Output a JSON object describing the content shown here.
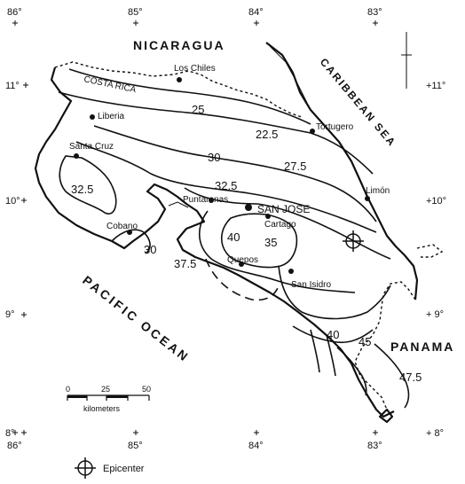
{
  "graticule": {
    "top": [
      "86°",
      "85°",
      "84°",
      "83°"
    ],
    "bottom": [
      "86°",
      "85°",
      "84°",
      "83°"
    ],
    "left": [
      "11°",
      "10°",
      "9°",
      "8°"
    ],
    "right": [
      "+11°",
      "+10°",
      "+ 9°",
      "+ 8°"
    ]
  },
  "regions": {
    "nicaragua": "NICARAGUA",
    "costa_rica": "COSTA RICA",
    "caribbean": "CARIBBEAN SEA",
    "pacific": "PACIFIC OCEAN",
    "panama": "PANAMA"
  },
  "places": {
    "los_chiles": "Los Chiles",
    "liberia": "Liberia",
    "santa_cruz": "Santa Cruz",
    "tortugero": "Tortugero",
    "puntarenas": "Puntarenas",
    "san_jose": "SAN JOSE",
    "cartago": "Cartago",
    "limon": "Limón",
    "cobano": "Cobano",
    "quepos": "Quepos",
    "san_isidro": "San Isidro"
  },
  "contours": [
    "22.5",
    "25",
    "27.5",
    "30",
    "32.5",
    "35",
    "37.5",
    "40",
    "45",
    "47.5"
  ],
  "contour_labels": {
    "c25": "25",
    "c22_5": "22.5",
    "c30": "30",
    "c27_5": "27.5",
    "c32_5_west": "32.5",
    "c32_5_center": "32.5",
    "c30_south": "30",
    "c40_center": "40",
    "c35": "35",
    "c37_5": "37.5",
    "c40_south": "40",
    "c45": "45",
    "c47_5": "47.5"
  },
  "scale": {
    "ticks": [
      "0",
      "25",
      "50"
    ],
    "unit": "kilometers"
  },
  "legend": {
    "epicenter": "Epicenter"
  }
}
